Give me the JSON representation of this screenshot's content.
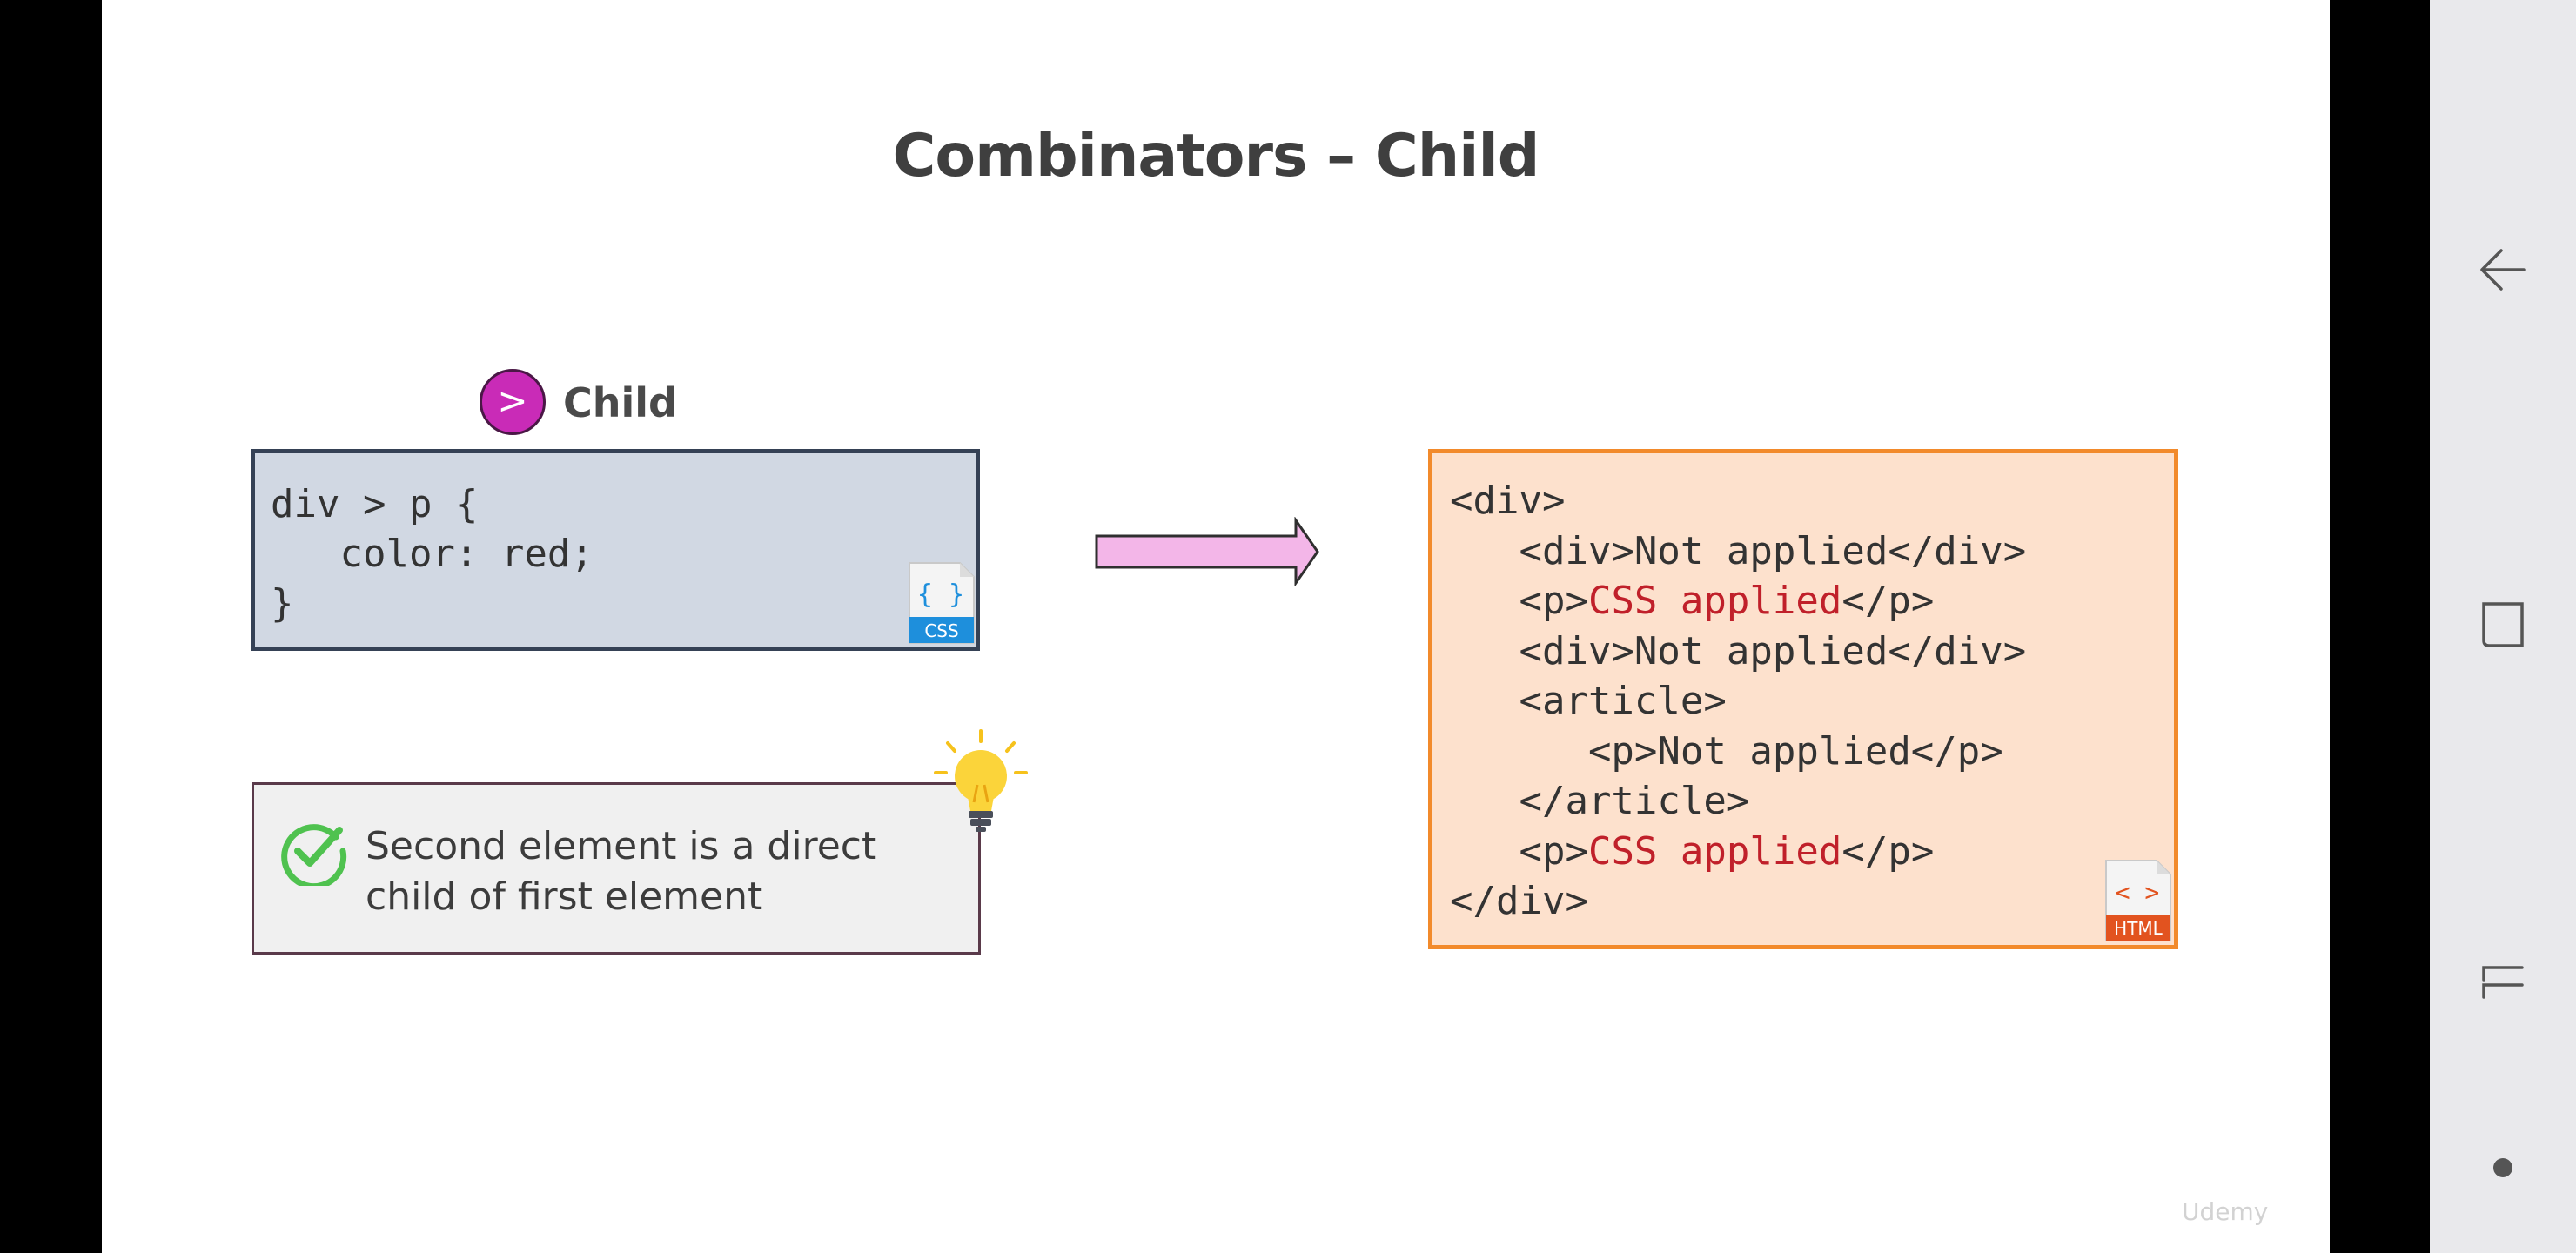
{
  "slide": {
    "title": "Combinators – Child",
    "badge_symbol": ">",
    "badge_label": "Child",
    "css_code": [
      "div > p {",
      "   color: red;",
      "}"
    ],
    "css_file_label": "CSS",
    "css_file_symbol": "{ }",
    "html_code": [
      {
        "pre": "<div>",
        "hl": "",
        "post": ""
      },
      {
        "pre": "   <div>Not applied</div>",
        "hl": "",
        "post": ""
      },
      {
        "pre": "   <p>",
        "hl": "CSS applied",
        "post": "</p>"
      },
      {
        "pre": "   <div>Not applied</div>",
        "hl": "",
        "post": ""
      },
      {
        "pre": "   <article>",
        "hl": "",
        "post": ""
      },
      {
        "pre": "      <p>Not applied</p>",
        "hl": "",
        "post": ""
      },
      {
        "pre": "   </article>",
        "hl": "",
        "post": ""
      },
      {
        "pre": "   <p>",
        "hl": "CSS applied",
        "post": "</p>"
      },
      {
        "pre": "</div>",
        "hl": "",
        "post": ""
      }
    ],
    "html_file_label": "HTML",
    "html_file_symbol": "< >",
    "tip_line1": "Second element is a direct",
    "tip_line2": "child of first element",
    "watermark": "Udemy"
  },
  "navbar": {
    "icons": [
      "back-icon",
      "recent-apps-icon",
      "switch-apps-icon",
      "home-dot-icon"
    ]
  },
  "colors": {
    "badge": "#c92bb7",
    "css_box_bg": "#d1d8e3",
    "css_box_border": "#354155",
    "html_box_bg": "#fde1cd",
    "html_box_border": "#f28a2b",
    "highlight": "#c0202a",
    "check": "#4fc24f",
    "arrow": "#f3b6e8"
  }
}
